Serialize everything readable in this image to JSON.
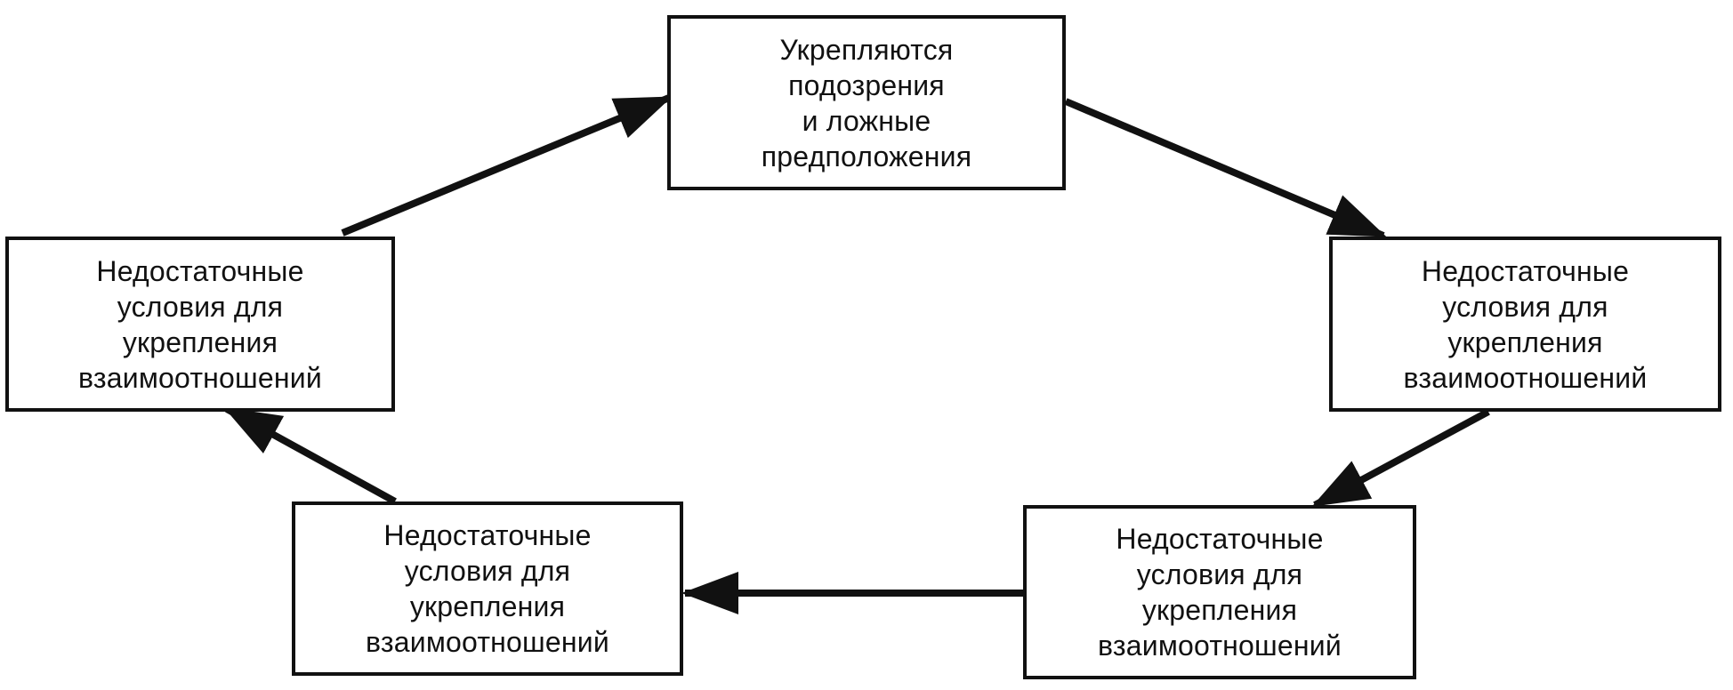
{
  "diagram": {
    "nodes": [
      {
        "id": "top",
        "text": "Укрепляются\nподозрения\nи ложные\nпредположения"
      },
      {
        "id": "left",
        "text": "Недостаточные\nусловия для\nукрепления\nвзаимоотношений"
      },
      {
        "id": "right",
        "text": "Недостаточные\nусловия для\nукрепления\nвзаимоотношений"
      },
      {
        "id": "bottom_left",
        "text": "Недостаточные\nусловия для\nукрепления\nвзаимоотношений"
      },
      {
        "id": "bottom_right",
        "text": "Недостаточные\nусловия для\nукрепления\nвзаимоотношений"
      }
    ],
    "edges": [
      {
        "from": "left",
        "to": "top"
      },
      {
        "from": "top",
        "to": "right"
      },
      {
        "from": "right",
        "to": "bottom_right"
      },
      {
        "from": "bottom_right",
        "to": "bottom_left"
      },
      {
        "from": "bottom_left",
        "to": "left"
      }
    ],
    "colors": {
      "line": "#111111",
      "box_border": "#111111",
      "background": "#ffffff"
    }
  }
}
